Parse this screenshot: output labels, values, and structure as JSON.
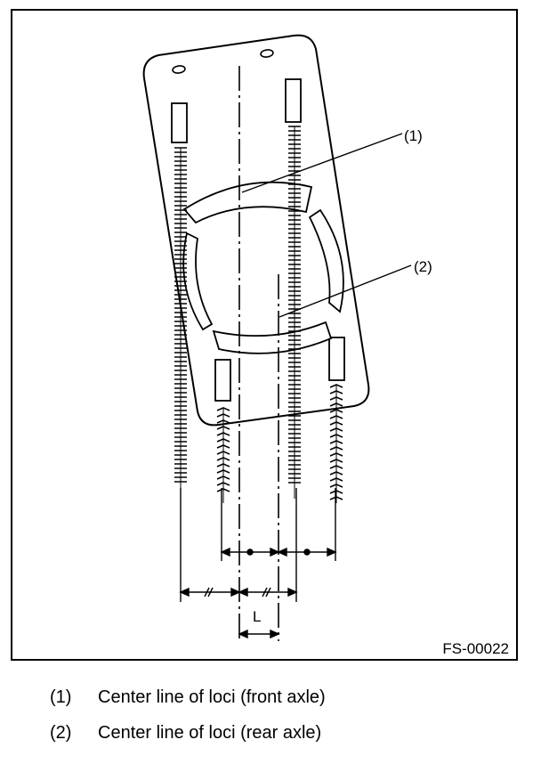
{
  "figure": {
    "code": "FS-00022",
    "callouts": {
      "c1": "(1)",
      "c2": "(2)"
    },
    "dimension_label": "L"
  },
  "legend": [
    {
      "num": "(1)",
      "text": "Center line of loci (front axle)"
    },
    {
      "num": "(2)",
      "text": "Center line of loci (rear axle)"
    }
  ],
  "colors": {
    "line": "#000000",
    "background": "#ffffff"
  }
}
